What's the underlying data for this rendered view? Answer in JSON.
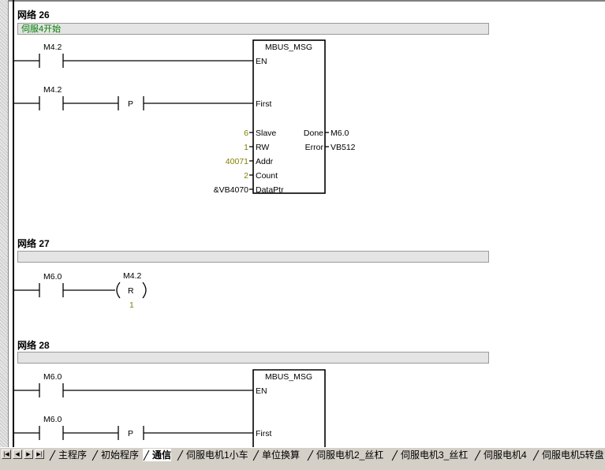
{
  "networks": [
    {
      "title": "网络 26",
      "comment": "伺服4开始",
      "contacts": [
        "M4.2",
        "M4.2"
      ],
      "p_label": "P",
      "box": {
        "name": "MBUS_MSG",
        "inputs": [
          {
            "pin": "EN",
            "value": ""
          },
          {
            "pin": "First",
            "value": ""
          },
          {
            "pin": "Slave",
            "value": "6"
          },
          {
            "pin": "RW",
            "value": "1"
          },
          {
            "pin": "Addr",
            "value": "40071"
          },
          {
            "pin": "Count",
            "value": "2"
          },
          {
            "pin": "DataPtr",
            "value": "&VB4070"
          }
        ],
        "outputs": [
          {
            "pin": "Done",
            "value": "M6.0"
          },
          {
            "pin": "Error",
            "value": "VB512"
          }
        ]
      }
    },
    {
      "title": "网络 27",
      "comment": "",
      "contacts": [
        "M6.0"
      ],
      "coil": {
        "address": "M4.2",
        "type": "R",
        "count": "1"
      }
    },
    {
      "title": "网络 28",
      "comment": "",
      "contacts": [
        "M6.0",
        "M6.0"
      ],
      "p_label": "P",
      "box": {
        "name": "MBUS_MSG",
        "inputs": [
          {
            "pin": "EN",
            "value": ""
          },
          {
            "pin": "First",
            "value": ""
          }
        ]
      }
    }
  ],
  "tabs": {
    "items": [
      "主程序",
      "初始程序",
      "通信",
      "伺服电机1小车",
      "单位换算",
      "伺服电机2_丝杠",
      "伺服电机3_丝杠",
      "伺服电机4",
      "伺服电机5转盘"
    ],
    "active": "通信"
  },
  "colors": {
    "comment_text": "#008000",
    "param_value": "#808000",
    "comment_bg": "#e4e4e4"
  },
  "icons": {
    "nav": [
      "first-icon",
      "prev-icon",
      "next-icon",
      "last-icon"
    ]
  }
}
